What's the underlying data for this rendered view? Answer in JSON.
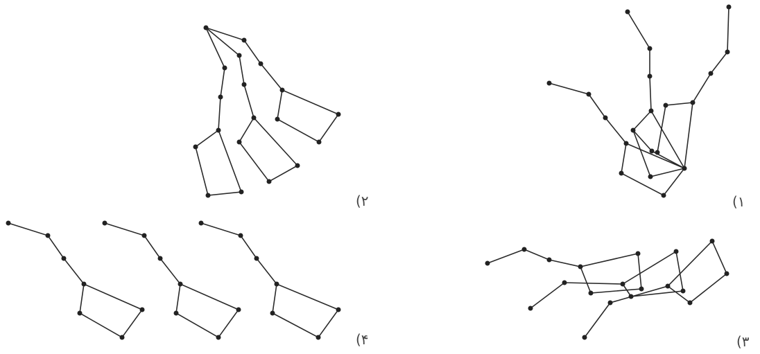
{
  "options": [
    {
      "label": "(۱"
    },
    {
      "label": "(۲"
    },
    {
      "label": "(۳"
    },
    {
      "label": "(۴"
    }
  ],
  "colors": {
    "ink": "#222222",
    "background": "#ffffff"
  }
}
